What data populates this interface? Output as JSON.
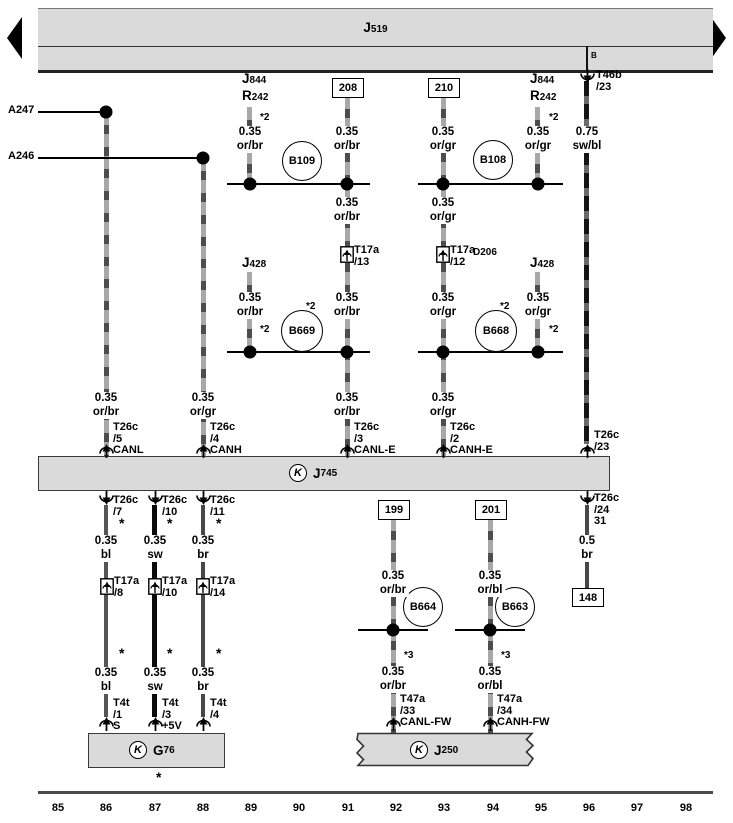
{
  "t": {
    "J": "J",
    "R": "R",
    "G": "G",
    "K": "K",
    "n519": "519",
    "n844": "844",
    "n242": "242",
    "n428": "428",
    "n745": "745",
    "n76": "76",
    "n250": "250",
    "A247": "A247",
    "A246": "A246",
    "B": "B",
    "T46b": "T46b",
    "T26c": "T26c",
    "T17a": "T17a",
    "T4t": "T4t",
    "T47a": "T47a",
    "D206": "D206",
    "B109": "B109",
    "B108": "B108",
    "B669": "B669",
    "B668": "B668",
    "B664": "B664",
    "B663": "B663",
    "n208": "208",
    "n210": "210",
    "n199": "199",
    "n201": "201",
    "n148": "148",
    "n31": "31",
    "p1": "/1",
    "p2": "/2",
    "p3": "/3",
    "p4": "/4",
    "p5": "/5",
    "p7": "/7",
    "p8": "/8",
    "p10": "/10",
    "p11": "/11",
    "p12": "/12",
    "p13": "/13",
    "p14": "/14",
    "p23": "/23",
    "p24": "/24",
    "p33": "/33",
    "p34": "/34",
    "g035": "0.35",
    "g05": "0.5",
    "g075": "0.75",
    "orbr": "or/br",
    "orgr": "or/gr",
    "orbl": "or/bl",
    "swbl": "sw/bl",
    "bl": "bl",
    "sw": "sw",
    "br": "br",
    "CANL": "CANL",
    "CANH": "CANH",
    "CANLE": "CANL-E",
    "CANHE": "CANH-E",
    "CANLFW": "CANL-FW",
    "CANHFW": "CANH-FW",
    "S": "S",
    "plus5V": "+5V",
    "star": "*",
    "star2": "*2",
    "star3": "*3"
  },
  "grid": [
    "85",
    "86",
    "87",
    "88",
    "89",
    "90",
    "91",
    "92",
    "93",
    "94",
    "95",
    "96",
    "97",
    "98"
  ],
  "colors": {
    "panel_fill": "#dadada",
    "wire_light_base": "#a8a8a8",
    "wire_light_mark": "#4d4d4d",
    "wire_dark_base": "#141414",
    "wire_dark_mark": "#6a6a6a",
    "wire_blue": "#555555",
    "wire_black": "#0a0a0a",
    "wire_brown": "#474747"
  }
}
